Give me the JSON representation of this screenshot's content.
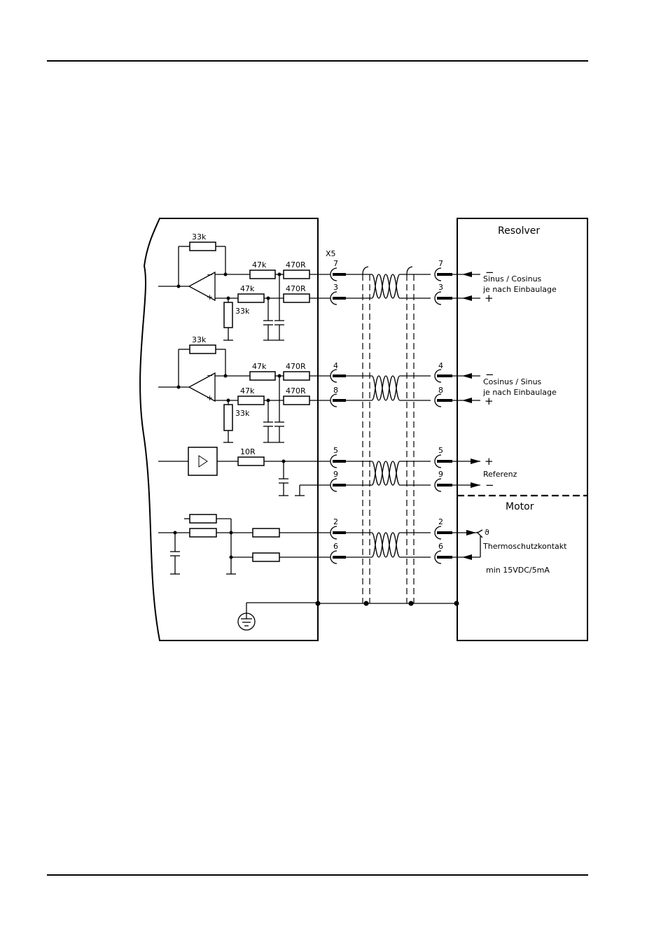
{
  "drive": {
    "connector": "X5",
    "channel1": {
      "feedback": "33k",
      "series_top": "47k",
      "series_top_b": "470R",
      "series_bottom": "47k",
      "series_bottom_b": "470R",
      "shunt": "33k",
      "pins": [
        "7",
        "3"
      ]
    },
    "channel2": {
      "feedback": "33k",
      "series_top": "47k",
      "series_top_b": "470R",
      "series_bottom": "47k",
      "series_bottom_b": "470R",
      "shunt": "33k",
      "pins": [
        "4",
        "8"
      ]
    },
    "reference": {
      "series": "10R",
      "pins": [
        "5",
        "9"
      ]
    },
    "thermal": {
      "pins": [
        "2",
        "6"
      ]
    },
    "opamp_minus": "−",
    "opamp_plus": "+"
  },
  "resolver": {
    "title": "Resolver",
    "pins": [
      "7",
      "3",
      "4",
      "8",
      "5",
      "9"
    ],
    "winding1": {
      "label_line1": "Sinus  /  Cosinus",
      "label_line2": "je nach Einbaulage",
      "minus": "−",
      "plus": "+"
    },
    "winding2": {
      "label_line1": "Cosinus  /  Sinus",
      "label_line2": "je nach Einbaulage",
      "minus": "−",
      "plus": "+"
    },
    "reference": {
      "label": "Referenz",
      "plus": "+",
      "minus": "−"
    }
  },
  "motor": {
    "title": "Motor",
    "pins": [
      "2",
      "6"
    ],
    "contact_label": "Thermoschutzkontakt",
    "rating": "min  15VDC/5mA",
    "theta_symbol": "ϑ"
  }
}
